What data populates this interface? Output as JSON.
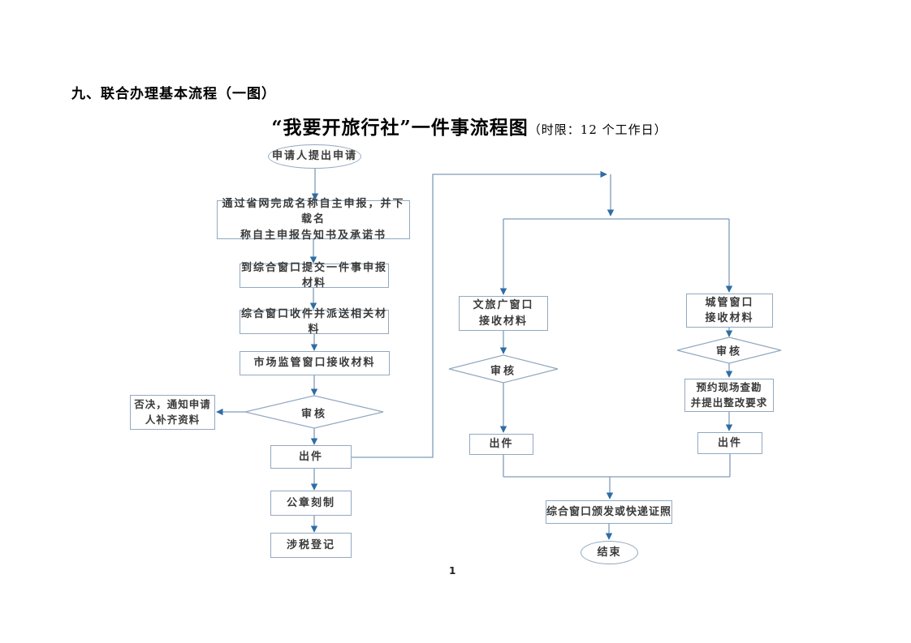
{
  "document": {
    "heading": "九、联合办理基本流程（一图）",
    "title_main": "“我要开旅行社”一件事流程图",
    "title_note": "（时限：12 个工作日）",
    "page_number": "1"
  },
  "flowchart": {
    "nodes": {
      "start": "申请人提出申请",
      "online_declare": "通过省网完成名称自主申报，并下载名\n称自主申报告知书及承诺书",
      "submit_window": "到综合窗口提交一件事申报材料",
      "receive_dispatch": "综合窗口收件并派送相关材料",
      "market_window": "市场监管窗口接收材料",
      "review_market": "审核",
      "reject_notice": "否决，通知申请\n人补齐资料",
      "issue_market": "出件",
      "seal_carving": "公章刻制",
      "tax_registration": "涉税登记",
      "culture_window": "文旅广窗口\n接收材料",
      "review_culture": "审核",
      "issue_culture": "出件",
      "city_window": "城管窗口\n接收材料",
      "review_city": "审核",
      "site_survey": "预约现场查勘\n并提出整改要求",
      "issue_city": "出件",
      "deliver_license": "综合窗口颁发或快递证照",
      "end": "结束"
    }
  },
  "colors": {
    "line": "#7f9cb8",
    "arrow": "#2e6da4",
    "border": "#92a9c0",
    "text": "#3a3a3a"
  }
}
